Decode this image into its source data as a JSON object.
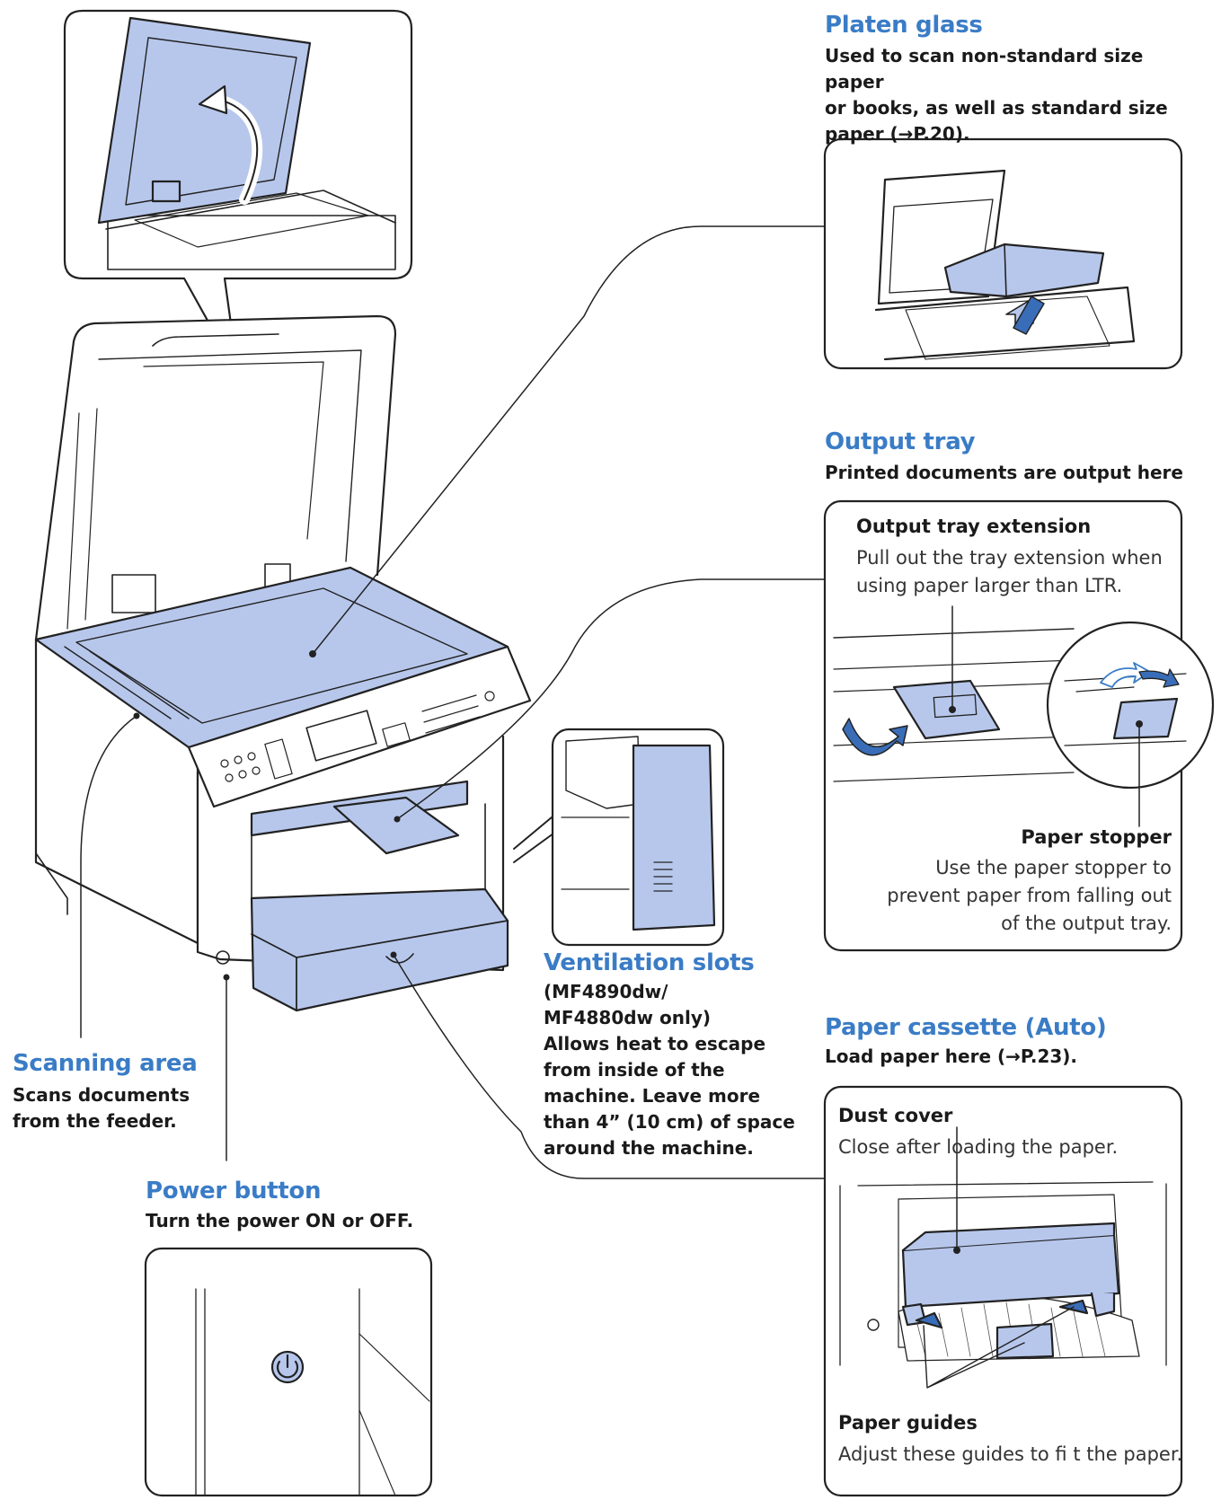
{
  "colors": {
    "accent": "#3a7cc6",
    "part_fill": "#b7c7ec",
    "line": "#222222"
  },
  "platen_glass": {
    "title": "Platen glass",
    "desc": [
      "Used to scan non-standard size paper",
      "or books, as well as standard size",
      "paper (→P.20)."
    ]
  },
  "output_tray": {
    "title": "Output tray",
    "desc": "Printed documents are output here",
    "extension": {
      "title": "Output tray extension",
      "desc": [
        "Pull out the tray extension when",
        "using paper larger than LTR."
      ]
    },
    "stopper": {
      "title": "Paper stopper",
      "desc": [
        "Use the paper stopper to",
        "prevent paper from falling out",
        "of the output tray."
      ]
    }
  },
  "ventilation": {
    "title": "Ventilation slots",
    "desc": [
      "(MF4890dw/",
      "MF4880dw only)",
      "Allows heat to escape",
      "from inside of the",
      "machine. Leave more",
      "than 4” (10 cm) of space",
      "around the machine."
    ]
  },
  "cassette": {
    "title": "Paper cassette (Auto)",
    "desc": "Load paper here (→P.23).",
    "dust_cover": {
      "title": "Dust cover",
      "desc": "Close after loading the paper."
    },
    "guides": {
      "title": "Paper guides",
      "desc": "Adjust these guides to fi t the paper."
    }
  },
  "scanning_area": {
    "title": "Scanning area",
    "desc": [
      "Scans documents",
      "from the feeder."
    ]
  },
  "power_button": {
    "title": "Power button",
    "desc": "Turn the power ON or OFF."
  }
}
